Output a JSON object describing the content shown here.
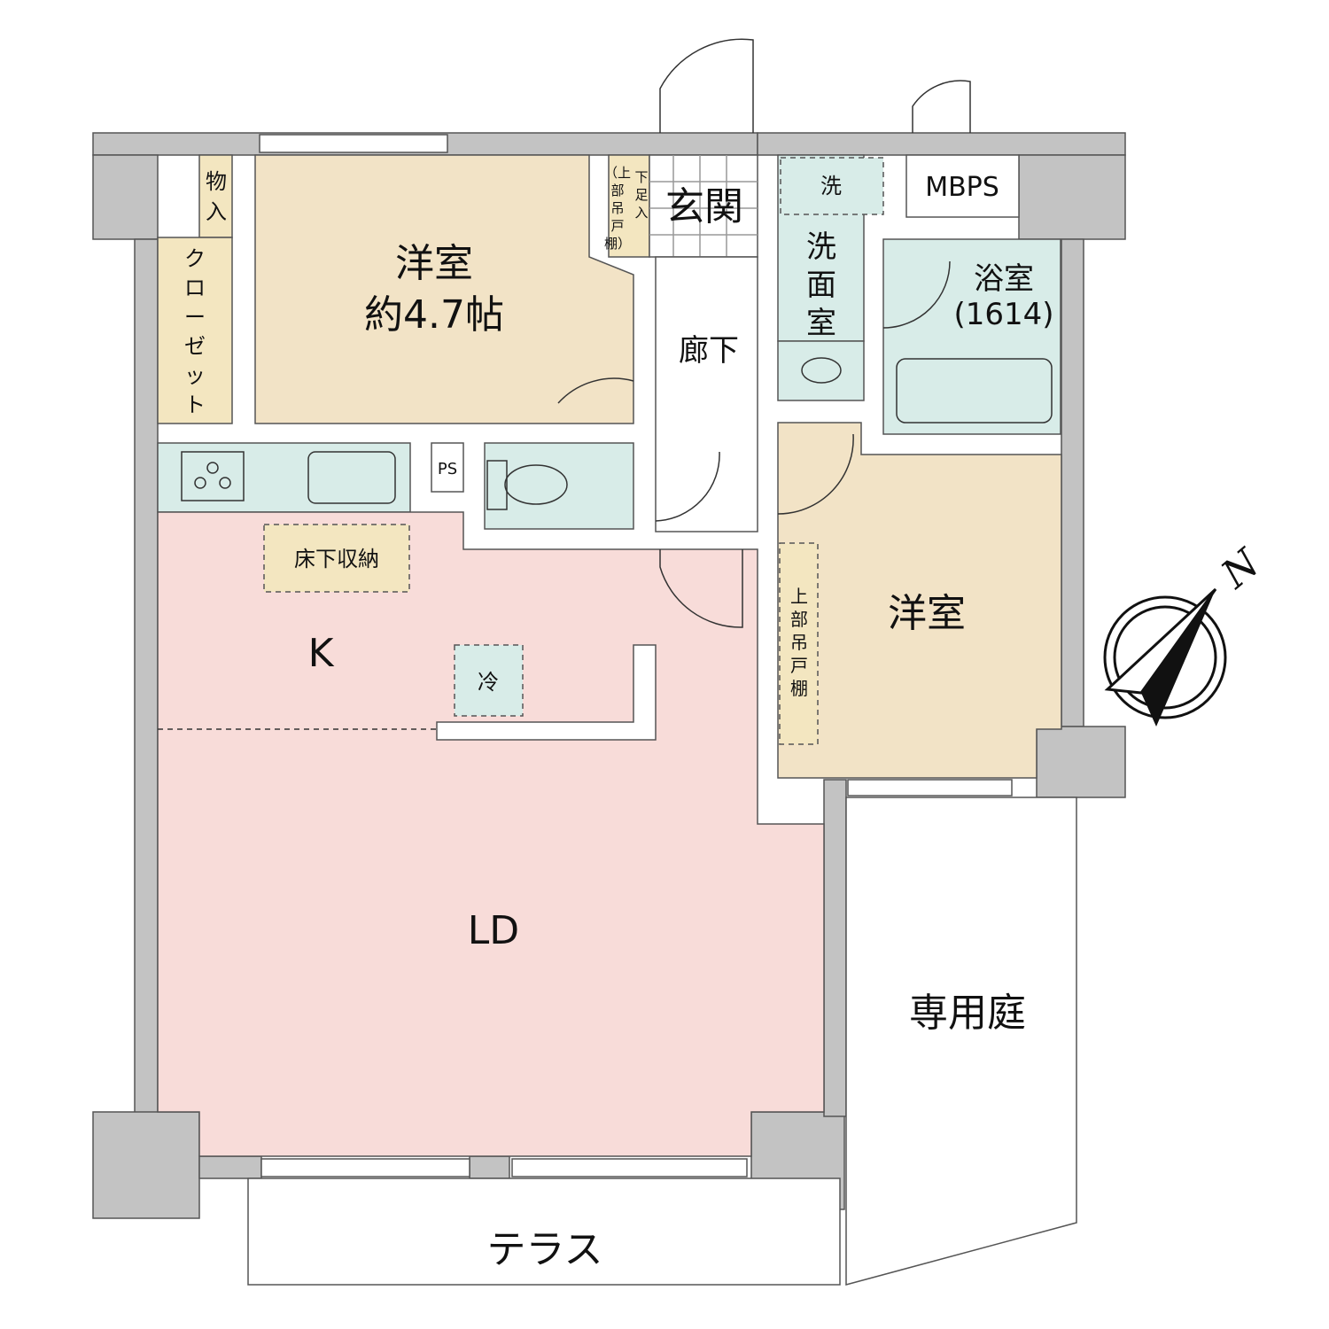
{
  "rooms": {
    "western_room_1": {
      "name": "洋室",
      "size": "約4.7帖"
    },
    "storage": [
      "物",
      "入"
    ],
    "closet": [
      "ク",
      "ロ",
      "ー",
      "ゼ",
      "ッ",
      "ト"
    ],
    "shoe_box": [
      "下",
      "足",
      "入",
      "（上",
      "部",
      "吊",
      "戸",
      "棚）"
    ],
    "entrance": "玄関",
    "laundry": "洗",
    "washroom": [
      "洗",
      "面",
      "室"
    ],
    "mbps": "MBPS",
    "bathroom": {
      "name": "浴室",
      "size": "(1614)"
    },
    "corridor": "廊下",
    "ps": "PS",
    "underfloor_storage": "床下収納",
    "kitchen": "K",
    "fridge": "冷",
    "western_room_2": "洋室",
    "overhead_cabinet": [
      "上",
      "部",
      "吊",
      "戸",
      "棚"
    ],
    "living_dining": "LD",
    "private_garden": "専用庭",
    "terrace": "テラス"
  },
  "compass": {
    "label": "N"
  }
}
